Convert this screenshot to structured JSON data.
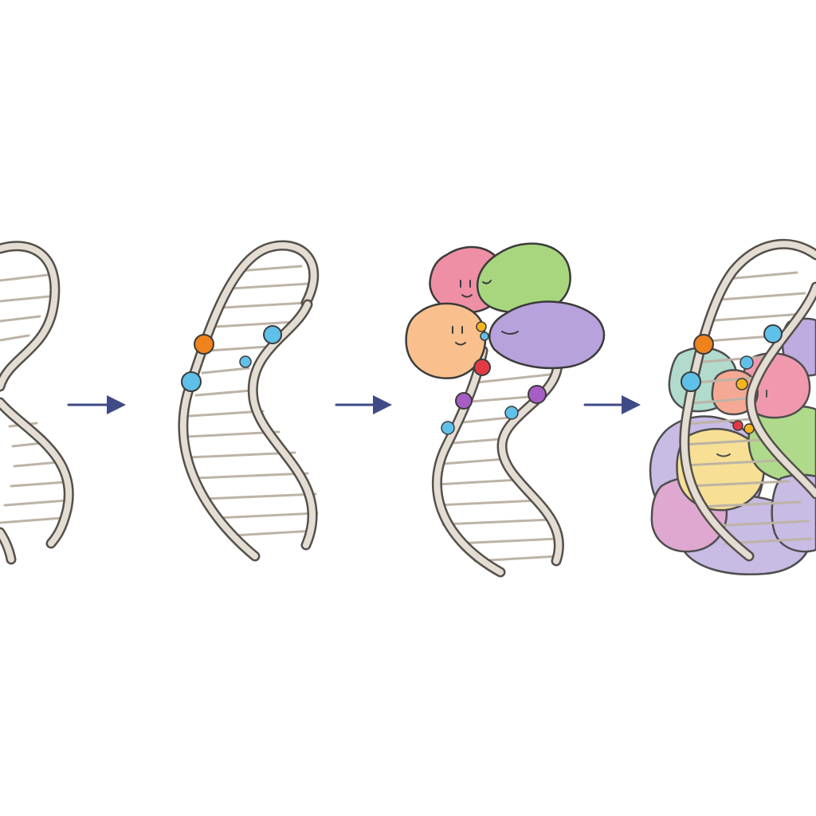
{
  "colors": {
    "background": "#ffffff",
    "strand_outline": "#55504a",
    "strand_fill": "#e4ddd3",
    "rung": "#bdb3a6",
    "arrow": "#3f4a86",
    "mark_orange": "#f0821e",
    "mark_blue": "#5fc0ea",
    "mark_red": "#e23a45",
    "mark_purple": "#a65ec4",
    "mark_yellow": "#f4b521",
    "protein_pink": "#ef8fa6",
    "protein_green": "#a7d67f",
    "protein_peach": "#f9c08d",
    "protein_lavender": "#b7a2dc",
    "protein_yellow": "#f7dd8a",
    "protein_teal": "#a9d8c8"
  },
  "panels": [
    {
      "name": "bare-dna-helix",
      "marks": 0,
      "proteins": 0
    },
    {
      "name": "marked-dna-helix",
      "marks": 4,
      "proteins": 0
    },
    {
      "name": "protein-bound-helix",
      "marks": 7,
      "proteins": 4
    },
    {
      "name": "compacted-chromatin",
      "marks": 7,
      "proteins": 8
    }
  ],
  "arrows": [
    {
      "name": "step-1-arrow",
      "icon": "right-arrow-icon"
    },
    {
      "name": "step-2-arrow",
      "icon": "right-arrow-icon"
    },
    {
      "name": "step-3-arrow",
      "icon": "right-arrow-icon"
    }
  ]
}
